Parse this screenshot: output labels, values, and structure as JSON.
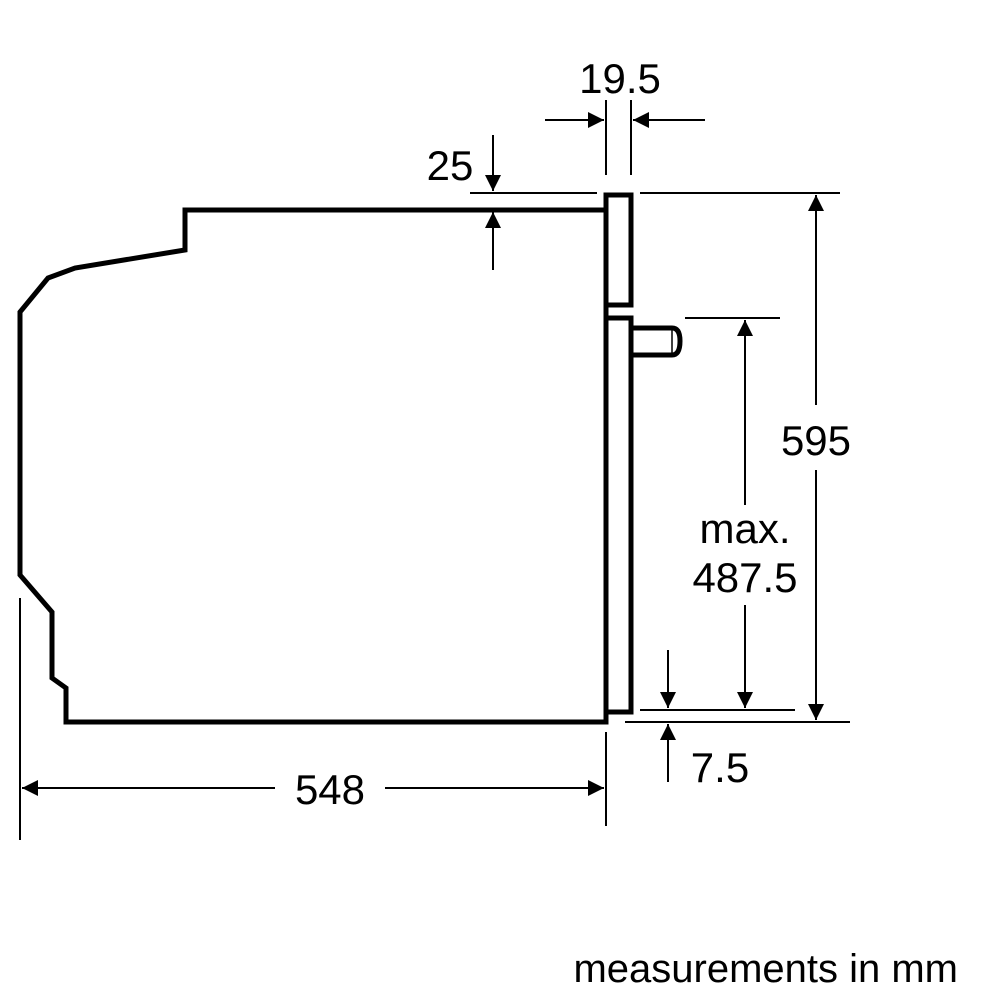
{
  "diagram": {
    "dimensions": {
      "door_thickness": "19.5",
      "top_offset": "25",
      "total_height": "595",
      "max_label": "max.",
      "max_height": "487.5",
      "bottom_offset": "7.5",
      "depth": "548"
    },
    "footnote": "measurements in mm",
    "line_color": "#000000"
  }
}
